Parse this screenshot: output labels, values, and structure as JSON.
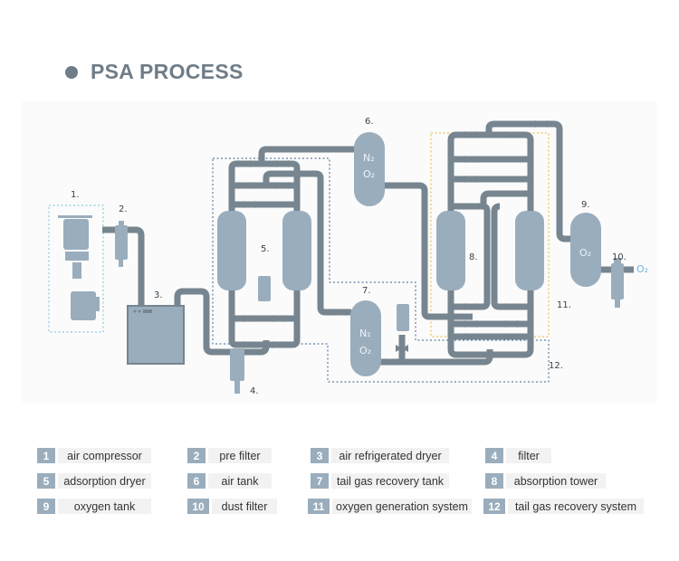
{
  "header": {
    "title": "PSA PROCESS"
  },
  "diagram": {
    "component_labels": {
      "c1": "1.",
      "c2": "2.",
      "c3": "3.",
      "c4": "4.",
      "c5": "5.",
      "c6": "6.",
      "c7": "7.",
      "c8": "8.",
      "c9": "9.",
      "c10": "10.",
      "c11": "11.",
      "c12": "12."
    },
    "tank_gases": {
      "air_tank_line1": "N₂",
      "air_tank_line2": "O₂",
      "tail_tank_line1": "N₂",
      "tail_tank_line2": "O₂",
      "oxygen_tank": "O₂",
      "output": "O₂"
    },
    "colors": {
      "pipe": "#76858f",
      "equipment": "#9aadbd",
      "oxygen_output": "#6fb7de",
      "system_boundary_oxygen": "#f0c24a",
      "system_boundary_blue": "#5c7fa6"
    }
  },
  "legend": {
    "items": [
      {
        "num": "1",
        "label": "air compressor"
      },
      {
        "num": "2",
        "label": "pre filter"
      },
      {
        "num": "3",
        "label": "air refrigerated dryer"
      },
      {
        "num": "4",
        "label": "filter"
      },
      {
        "num": "5",
        "label": "adsorption dryer"
      },
      {
        "num": "6",
        "label": "air tank"
      },
      {
        "num": "7",
        "label": "tail gas recovery tank"
      },
      {
        "num": "8",
        "label": "absorption tower"
      },
      {
        "num": "9",
        "label": "oxygen tank"
      },
      {
        "num": "10",
        "label": "dust filter"
      },
      {
        "num": "11",
        "label": "oxygen generation system"
      },
      {
        "num": "12",
        "label": "tail gas recovery system"
      }
    ]
  }
}
